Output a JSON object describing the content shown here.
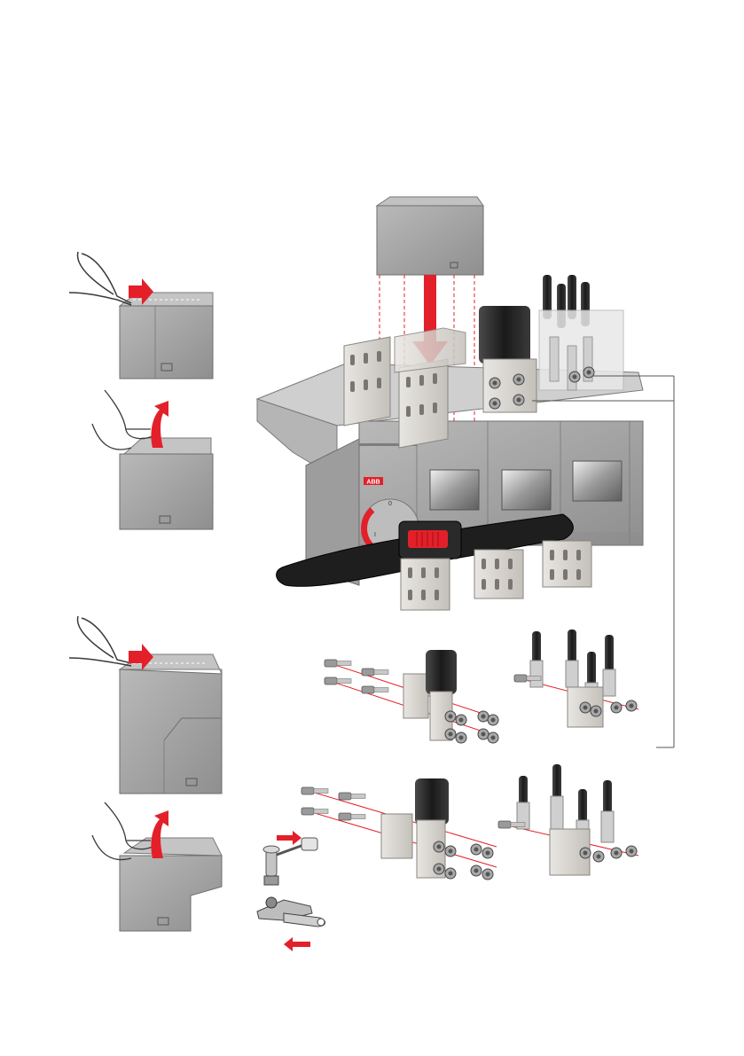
{
  "page": {
    "brand_label": "ABB",
    "handle_positions": [
      "0",
      "I"
    ]
  },
  "colors": {
    "accent_red": "#e3202a",
    "switch_grey": "#a6a6a6",
    "switch_grey_dark": "#8c8c8c",
    "switch_grey_light": "#c8c8c8",
    "terminal_silver": "#d8d5d0",
    "handle_black": "#1e1e1e",
    "cable_black": "#2b2b2b"
  },
  "icons": {
    "cut_tool": "pliers-icon",
    "lift": "hand-icon",
    "direction": "arrow-icon"
  }
}
